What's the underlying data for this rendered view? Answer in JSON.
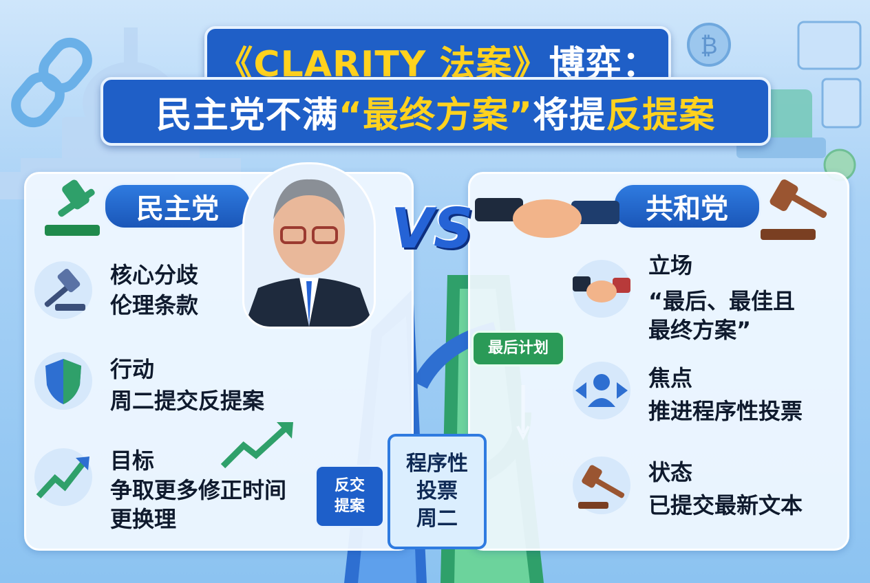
{
  "title": {
    "line1_a": "《CLARITY 法案》",
    "line1_b": "博弈：",
    "line2_a": "民主党不满",
    "line2_b": "“最终方案”",
    "line2_c": "将提",
    "line2_d": "反提案"
  },
  "vs_label": "VS",
  "democrats": {
    "header": "民主党",
    "items": [
      {
        "icon": "gavel-icon",
        "label": "核心分歧",
        "value": "伦理条款"
      },
      {
        "icon": "shield-icon",
        "label": "行动",
        "value": "周二提交反提案"
      },
      {
        "icon": "trend-up-icon",
        "label": "目标",
        "value_lines": [
          "争取更多修正时间",
          "更换理"
        ]
      }
    ]
  },
  "republicans": {
    "header": "共和党",
    "items": [
      {
        "icon": "handshake-icon",
        "label": "立场",
        "value_lines": [
          "“最后、最佳且",
          "最终方案”"
        ]
      },
      {
        "icon": "person-focus-icon",
        "label": "焦点",
        "value": "推进程序性投票"
      },
      {
        "icon": "gavel-icon",
        "label": "状态",
        "value": "已提交最新文本"
      }
    ]
  },
  "road_signs": {
    "final_plan": "最后计划",
    "procedural_vote": [
      "程序性",
      "投票",
      "周二"
    ],
    "counter_proposal": [
      "反交",
      "提案"
    ]
  },
  "colors": {
    "primary_blue": "#1f5fc7",
    "accent_yellow": "#ffd21e",
    "green": "#2a9a57"
  }
}
